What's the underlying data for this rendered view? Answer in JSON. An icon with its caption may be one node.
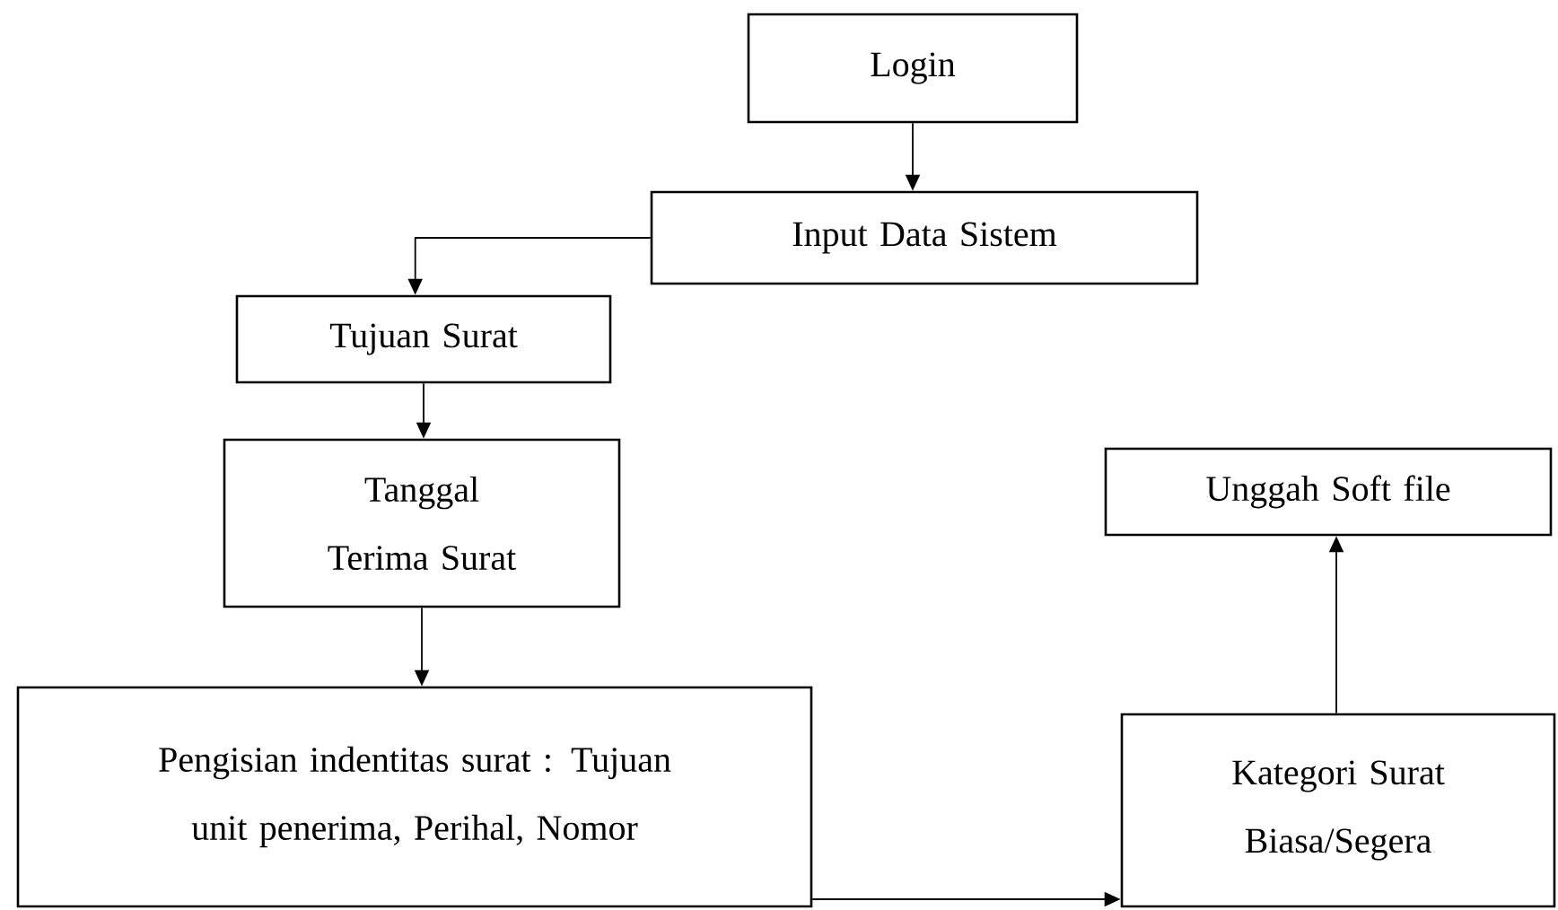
{
  "diagram": {
    "nodes": [
      {
        "text": [
          "Login"
        ]
      },
      {
        "text": [
          "Input Data Sistem"
        ]
      },
      {
        "text": [
          "Tujuan Surat"
        ]
      },
      {
        "text": [
          "Tanggal Terima Surat"
        ]
      },
      {
        "text": [
          "Unggah Soft file"
        ]
      },
      {
        "text": [
          "Pengisian indentitas surat : Tujuan unit penerima, Perihal, Nomor"
        ]
      },
      {
        "text": [
          "Kategori Surat Biasa/Segera"
        ]
      }
    ],
    "edges": [
      {
        "from": 0,
        "to": 1,
        "arrow": "to"
      },
      {
        "from": 1,
        "to": 2,
        "arrow": "to"
      },
      {
        "from": 2,
        "to": 3,
        "arrow": "to"
      },
      {
        "from": 3,
        "to": 5,
        "arrow": "to"
      },
      {
        "from": 6,
        "to": 4,
        "arrow": "to"
      },
      {
        "from": 5,
        "to": 6,
        "arrow": "to"
      }
    ]
  }
}
